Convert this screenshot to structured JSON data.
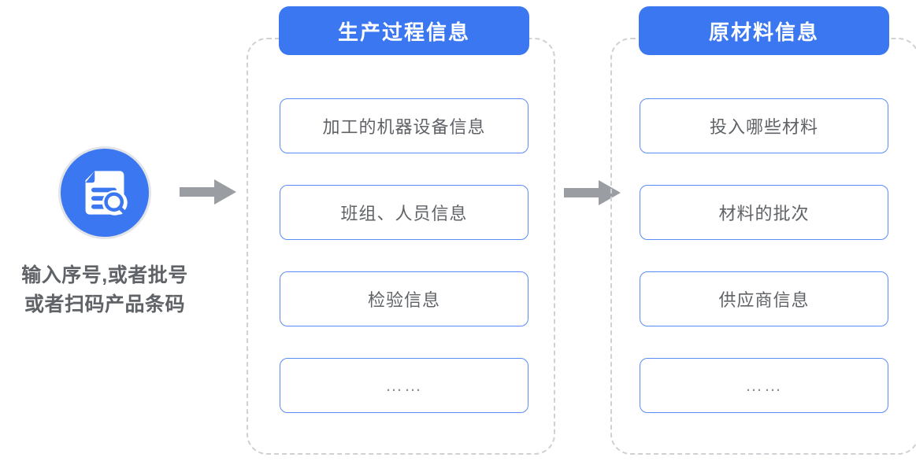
{
  "diagram": {
    "entry": {
      "icon": "document-search-icon",
      "caption_line1": "输入序号,或者批号",
      "caption_line2": "或者扫码产品条码"
    },
    "arrows": [
      {
        "name": "arrow-entry-to-process",
        "glyph": "→"
      },
      {
        "name": "arrow-process-to-material",
        "glyph": "→"
      }
    ],
    "groups": [
      {
        "id": "process",
        "header": "生产过程信息",
        "items": [
          "加工的机器设备信息",
          "班组、人员信息",
          "检验信息",
          "……"
        ]
      },
      {
        "id": "material",
        "header": "原材料信息",
        "items": [
          "投入哪些材料",
          "材料的批次",
          "供应商信息",
          "……"
        ]
      }
    ]
  },
  "colors": {
    "brand_blue": "#3b77f0",
    "card_border_blue": "#5a8df4",
    "panel_dashed_gray": "#cfd1d4",
    "text_gray": "#5f6266",
    "arrow_gray": "#9a9da1",
    "circle_ring_gray": "#e2e4e8",
    "white": "#ffffff"
  }
}
